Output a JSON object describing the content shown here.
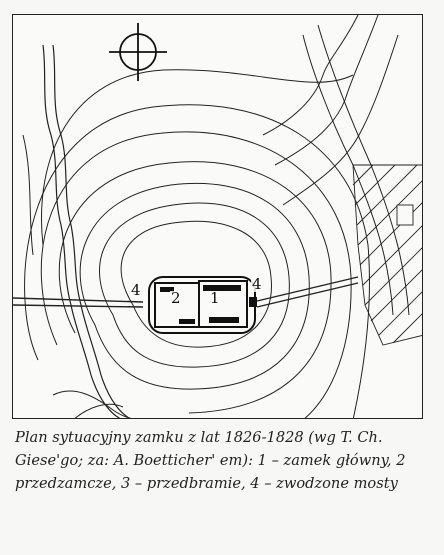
{
  "map": {
    "labels": {
      "bridge_west": "4",
      "outer_bailey": "2",
      "main_castle": "1",
      "bridge_east": "4"
    }
  },
  "caption": {
    "text": "Plan sytuacyjny zamku z lat 1826-1828 (wg T. Ch. Giese'go; za: A. Boetticher' em): 1 – zamek główny, 2 przedzamcze, 3 – przedbramie, 4 – zwodzone mosty"
  }
}
